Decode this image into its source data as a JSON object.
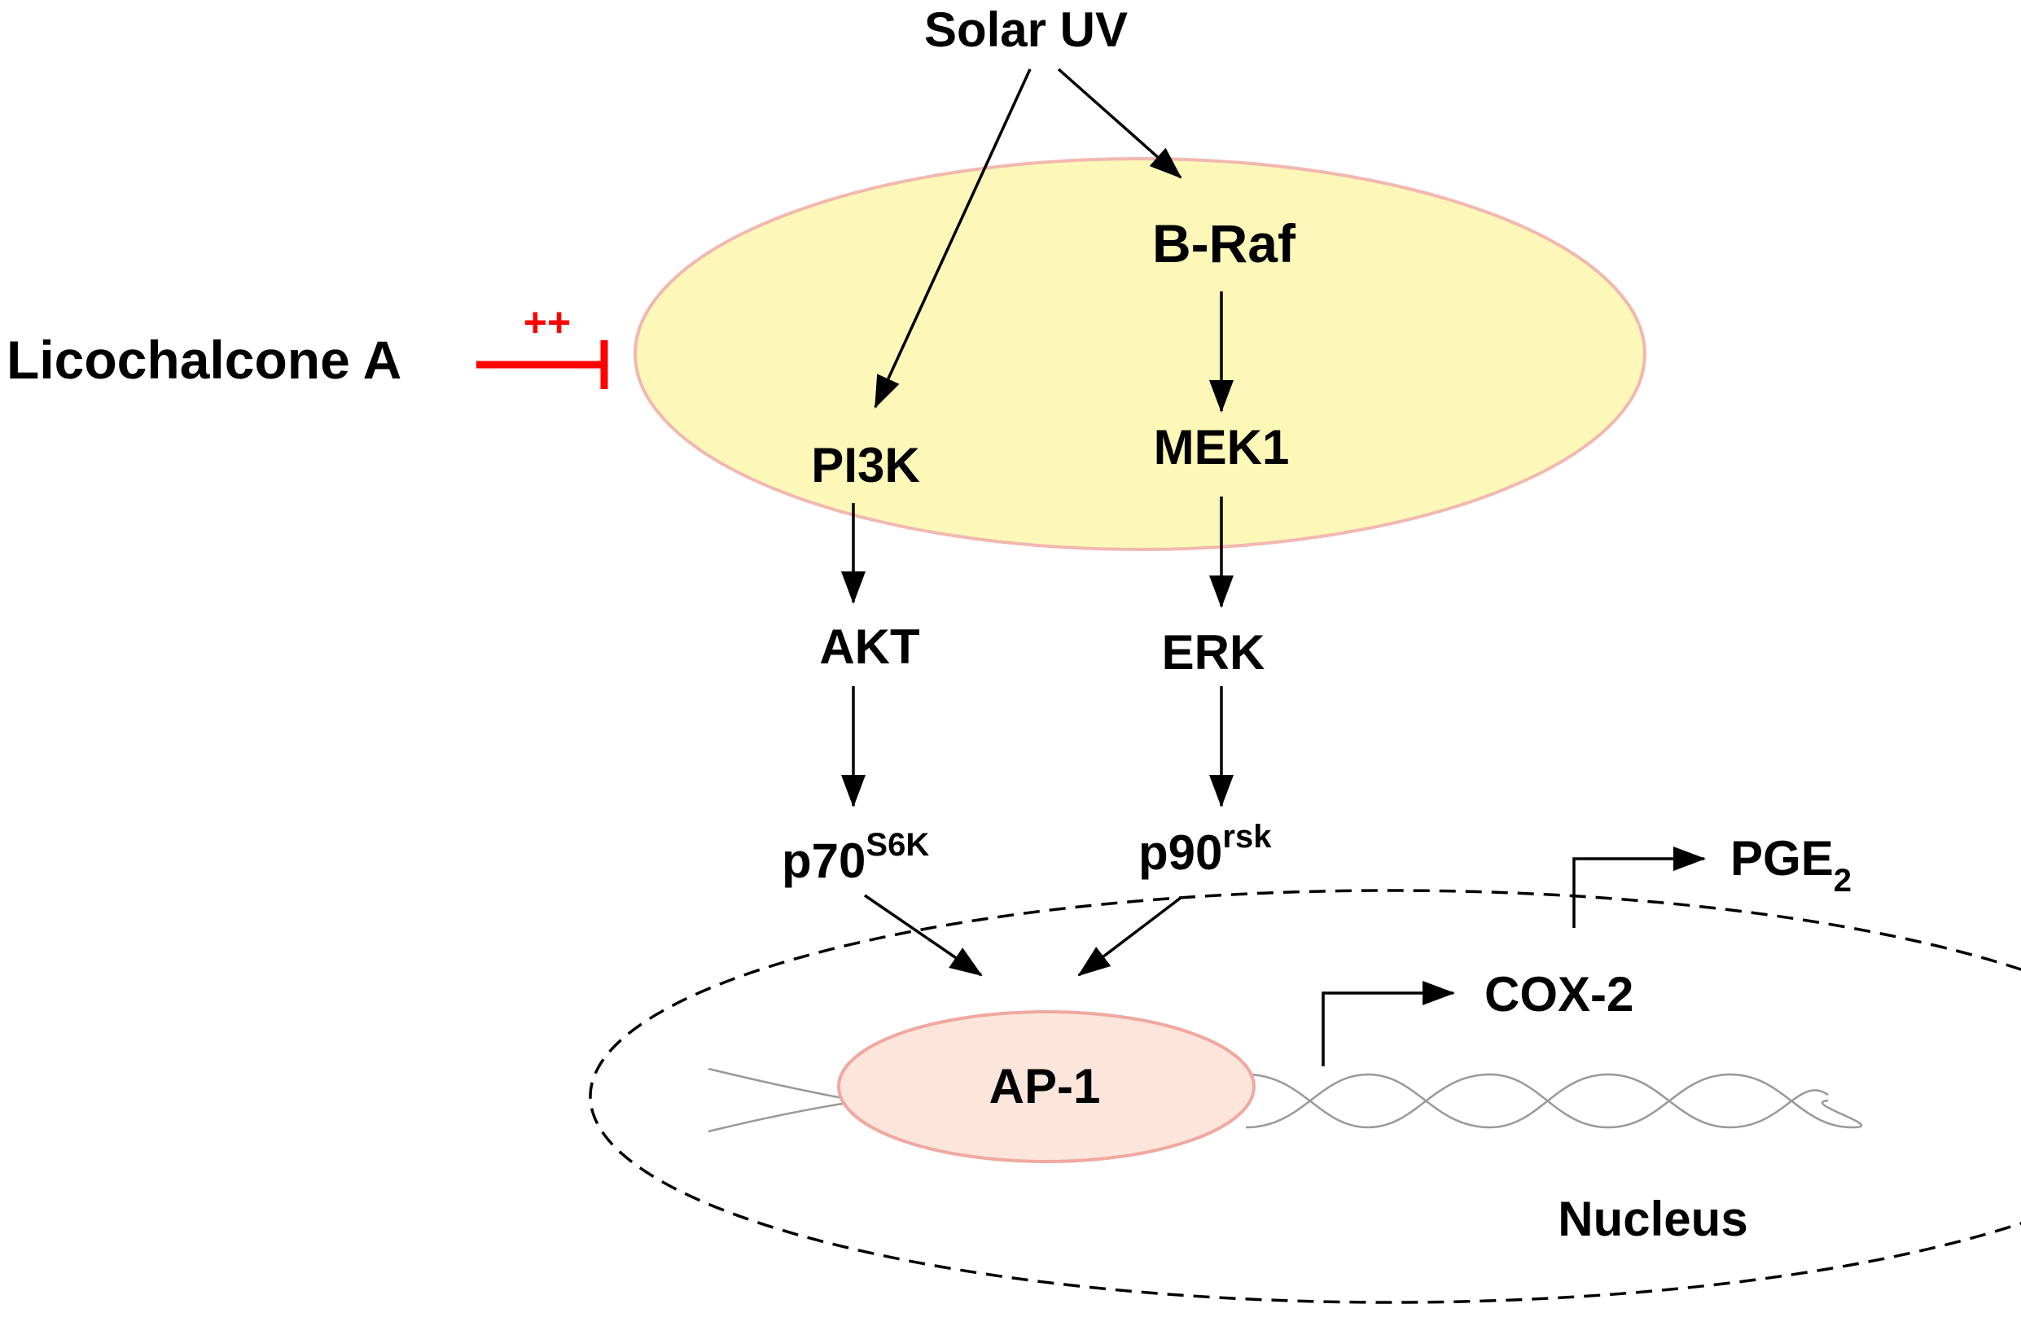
{
  "labels": {
    "solar_uv": "Solar UV",
    "braf": "B-Raf",
    "mek1": "MEK1",
    "erk": "ERK",
    "p90_base": "p90",
    "p90_sup": "rsk",
    "pi3k": "PI3K",
    "akt": "AKT",
    "p70_base": "p70",
    "p70_sup": "S6K",
    "licochalcone": "Licochalcone A",
    "inhibit_mark": "++",
    "ap1": "AP-1",
    "cox2": "COX-2",
    "pge_base": "PGE",
    "pge_sub": "2",
    "nucleus": "Nucleus"
  },
  "colors": {
    "membrane_fill": "#FDF8B8",
    "membrane_stroke": "#F2B8B0",
    "ap1_fill": "#FCE5DA",
    "ap1_stroke": "#F0A8A0",
    "inhibitor": "#FF0000",
    "dna": "#999999",
    "ink": "#000000"
  }
}
